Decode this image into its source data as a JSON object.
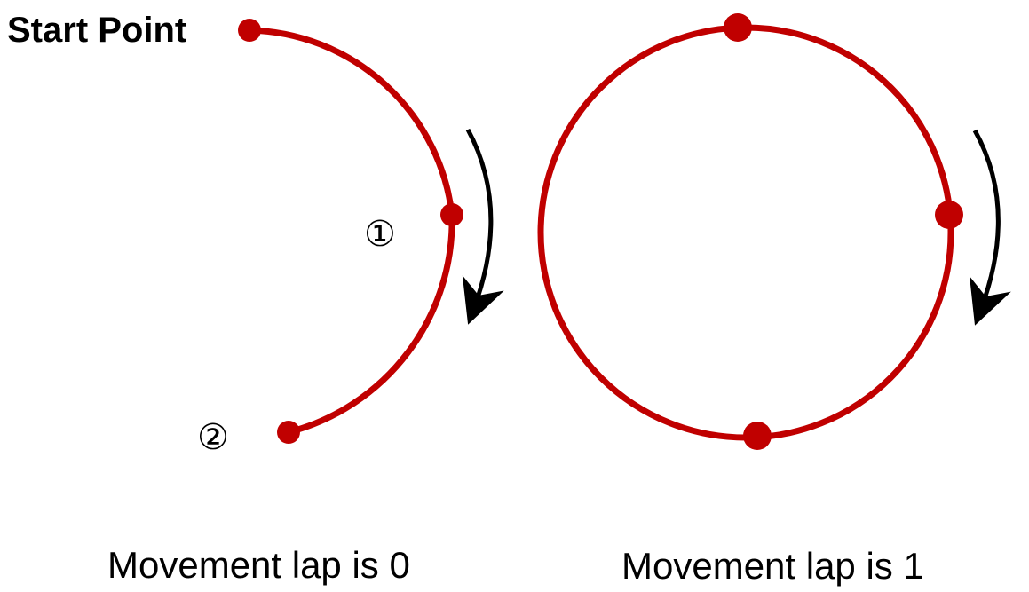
{
  "start_label": "Start Point",
  "left_figure": {
    "point_1_label": "①",
    "point_2_label": "②",
    "caption": "Movement lap is 0"
  },
  "right_figure": {
    "caption": "Movement lap is 1"
  },
  "colors": {
    "path": "#c00000",
    "arrow": "#000000",
    "text": "#000000"
  }
}
